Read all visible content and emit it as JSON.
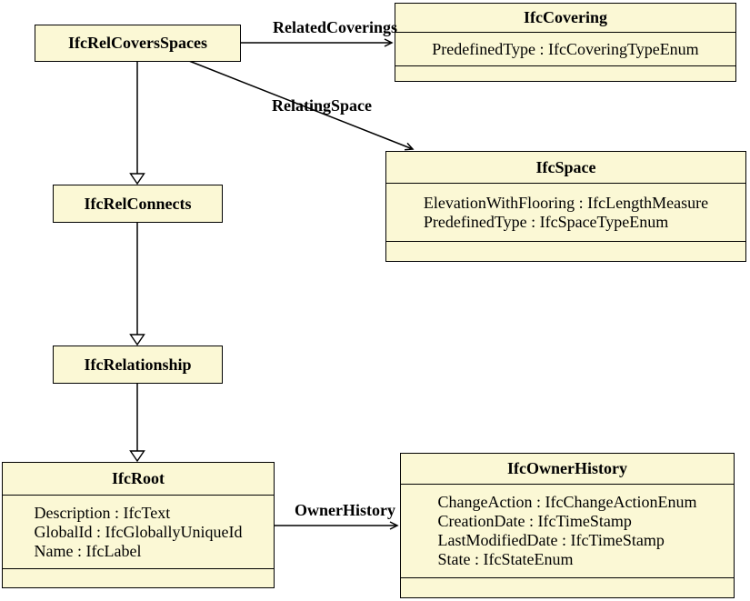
{
  "diagram_type": "uml-class-diagram",
  "classes": {
    "rel_covers_spaces": {
      "title": "IfcRelCoversSpaces",
      "attrs": []
    },
    "covering": {
      "title": "IfcCovering",
      "attrs": [
        "PredefinedType : IfcCoveringTypeEnum"
      ]
    },
    "space": {
      "title": "IfcSpace",
      "attrs": [
        "ElevationWithFlooring : IfcLengthMeasure",
        "PredefinedType : IfcSpaceTypeEnum"
      ]
    },
    "rel_connects": {
      "title": "IfcRelConnects",
      "attrs": []
    },
    "relationship": {
      "title": "IfcRelationship",
      "attrs": []
    },
    "root": {
      "title": "IfcRoot",
      "attrs": [
        "Description : IfcText",
        "GlobalId : IfcGloballyUniqueId",
        "Name : IfcLabel"
      ]
    },
    "owner_history": {
      "title": "IfcOwnerHistory",
      "attrs": [
        "ChangeAction : IfcChangeActionEnum",
        "CreationDate : IfcTimeStamp",
        "LastModifiedDate : IfcTimeStamp",
        "State : IfcStateEnum"
      ]
    }
  },
  "edges": {
    "related_coverings": {
      "label": "RelatedCoverings",
      "type": "association",
      "from": "IfcRelCoversSpaces",
      "to": "IfcCovering"
    },
    "relating_space": {
      "label": "RelatingSpace",
      "type": "association",
      "from": "IfcRelCoversSpaces",
      "to": "IfcSpace"
    },
    "owner_history": {
      "label": "OwnerHistory",
      "type": "association",
      "from": "IfcRoot",
      "to": "IfcOwnerHistory"
    },
    "gen_rel_covers_to_rel_connects": {
      "type": "generalization",
      "from": "IfcRelCoversSpaces",
      "to": "IfcRelConnects"
    },
    "gen_rel_connects_to_relationship": {
      "type": "generalization",
      "from": "IfcRelConnects",
      "to": "IfcRelationship"
    },
    "gen_relationship_to_root": {
      "type": "generalization",
      "from": "IfcRelationship",
      "to": "IfcRoot"
    }
  },
  "colors": {
    "class_fill": "#FBF8D5",
    "border": "#000000",
    "text": "#000000",
    "background": "#FFFFFF"
  }
}
